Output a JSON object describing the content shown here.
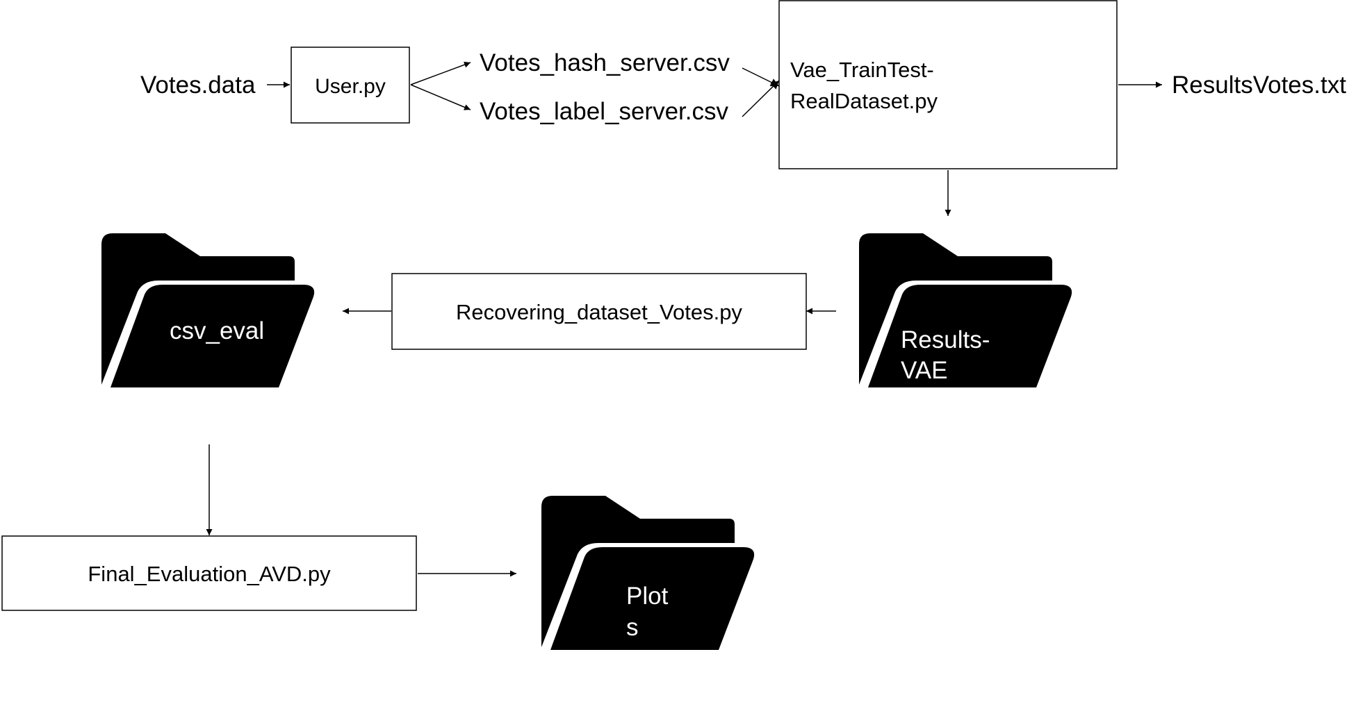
{
  "diagram": {
    "input_file": "Votes.data",
    "user_script": "User.py",
    "hash_csv": "Votes_hash_server.csv",
    "label_csv": "Votes_label_server.csv",
    "vae_script_line1": "Vae_TrainTest-",
    "vae_script_line2": "RealDataset.py",
    "results_file": "ResultsVotes.txt",
    "results_folder_line1": "Results-",
    "results_folder_line2": "VAE",
    "recover_script": "Recovering_dataset_Votes.py",
    "csv_folder": "csv_eval",
    "eval_script": "Final_Evaluation_AVD.py",
    "plots_folder_line1": "Plot",
    "plots_folder_line2": "s"
  },
  "colors": {
    "ink": "#000000",
    "background": "#ffffff"
  }
}
